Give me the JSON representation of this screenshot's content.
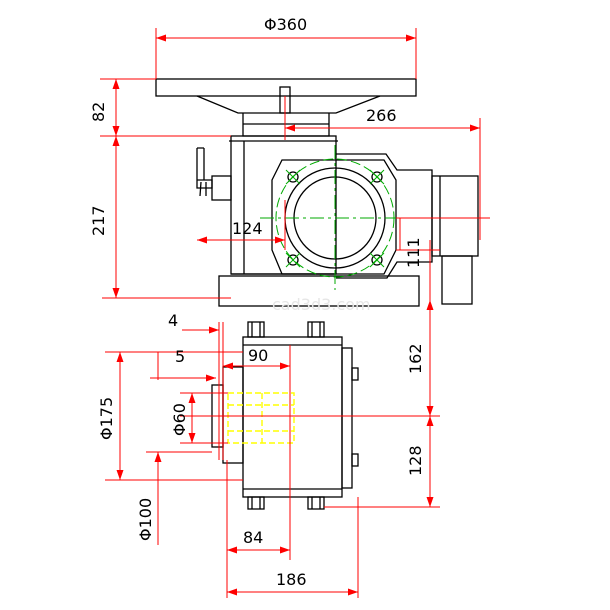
{
  "drawing": {
    "watermark": "cad3d3.com",
    "dimensions": {
      "d360": "Φ360",
      "d82": "82",
      "d266": "266",
      "d217": "217",
      "d124": "124",
      "d111": "111",
      "d4": "4",
      "d5": "5",
      "d90": "90",
      "d162": "162",
      "d175": "Φ175",
      "d60": "Φ60",
      "d128": "128",
      "d100": "Φ100",
      "d84": "84",
      "d186": "186"
    },
    "colors": {
      "outline": "#000000",
      "dimension": "#ff0000",
      "centerline_green": "#00aa00",
      "flange_yellow": "#ffff00"
    }
  }
}
